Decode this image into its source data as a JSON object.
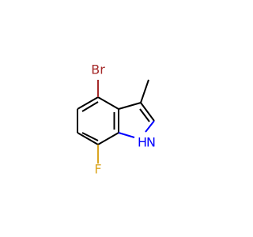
{
  "molecule": {
    "atoms": {
      "bromine": {
        "label": "Br",
        "color": "#a52a2a"
      },
      "fluorine": {
        "label": "F",
        "color": "#daa520"
      },
      "nitrogen_h": {
        "label": "H",
        "color": "#0000ff"
      },
      "nitrogen": {
        "label": "N",
        "color": "#0000ff"
      }
    }
  }
}
